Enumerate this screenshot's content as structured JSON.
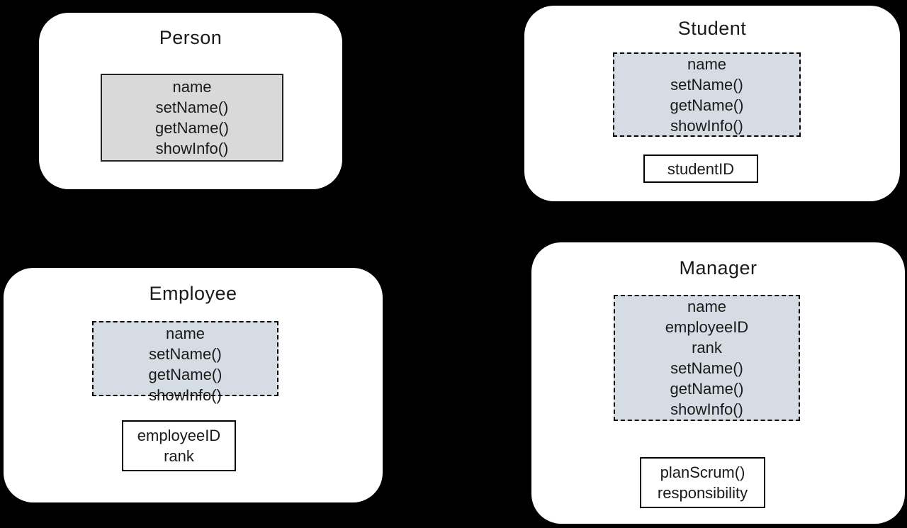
{
  "colors": {
    "background": "#000000",
    "card_fill": "#ffffff",
    "base_fill": "#d9d9d9",
    "inherited_fill": "#d6dce4",
    "border": "#000000",
    "text": "#1a1a1a"
  },
  "classes": [
    {
      "id": "person",
      "title": "Person",
      "sections": [
        {
          "style": "base-solid-gray",
          "members": [
            "name",
            "setName()",
            "getName()",
            "showInfo()"
          ]
        }
      ]
    },
    {
      "id": "student",
      "title": "Student",
      "sections": [
        {
          "style": "inherited-dashed",
          "members": [
            "name",
            "setName()",
            "getName()",
            "showInfo()"
          ]
        },
        {
          "style": "own-solid",
          "members": [
            "studentID"
          ]
        }
      ]
    },
    {
      "id": "employee",
      "title": "Employee",
      "sections": [
        {
          "style": "inherited-dashed",
          "members": [
            "name",
            "setName()",
            "getName()",
            "showInfo()"
          ]
        },
        {
          "style": "own-solid",
          "members": [
            "employeeID",
            "rank"
          ]
        }
      ]
    },
    {
      "id": "manager",
      "title": "Manager",
      "sections": [
        {
          "style": "inherited-dashed",
          "members": [
            "name",
            "employeeID",
            "rank",
            "setName()",
            "getName()",
            "showInfo()"
          ]
        },
        {
          "style": "own-solid",
          "members": [
            "planScrum()",
            "responsibility"
          ]
        }
      ]
    }
  ]
}
